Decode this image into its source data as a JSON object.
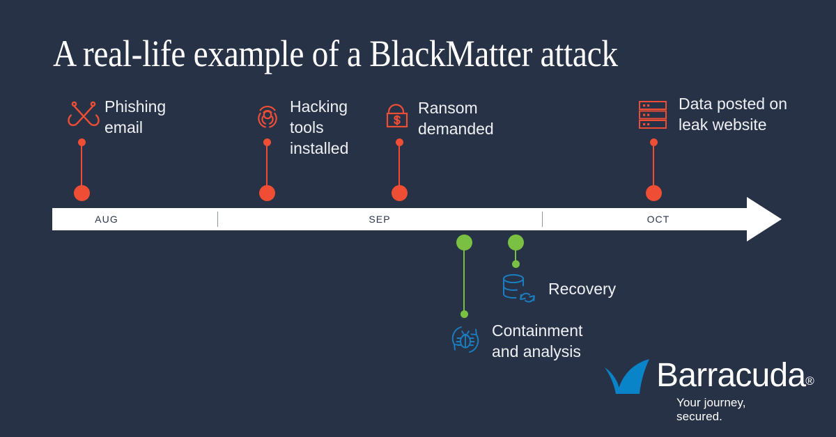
{
  "theme": {
    "background": "#273247",
    "attack_color": "#ef4e35",
    "response_color": "#7ac143",
    "icon_blue": "#1a7fc1",
    "axis_color": "#ffffff",
    "text_color": "#eef0f3"
  },
  "header": {
    "title": "A real-life example of a BlackMatter attack"
  },
  "timeline": {
    "months": [
      {
        "label": "AUG"
      },
      {
        "label": "SEP"
      },
      {
        "label": "OCT"
      }
    ]
  },
  "attack_events": [
    {
      "icon": "fish-hooks-icon",
      "label": "Phishing\nemail"
    },
    {
      "icon": "biohazard-icon",
      "label": "Hacking\ntools\ninstalled"
    },
    {
      "icon": "open-padlock-dollar-icon",
      "label": "Ransom\ndemanded"
    },
    {
      "icon": "server-stack-icon",
      "label": "Data posted on\nleak website"
    }
  ],
  "response_events": [
    {
      "icon": "bug-refresh-icon",
      "label": "Containment\nand analysis"
    },
    {
      "icon": "database-refresh-icon",
      "label": "Recovery"
    }
  ],
  "branding": {
    "name": "Barracuda",
    "registered_mark": "®",
    "tagline": "Your journey, secured."
  }
}
